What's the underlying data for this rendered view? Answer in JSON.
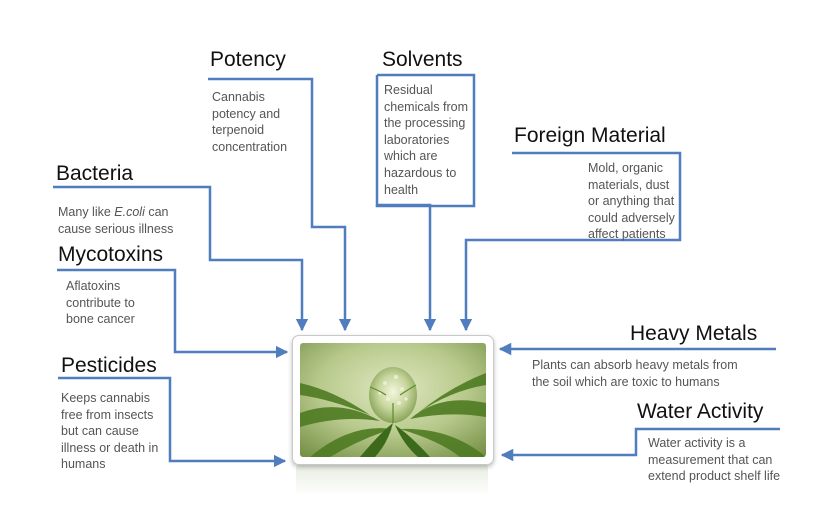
{
  "colors": {
    "connector": "#4f7dbd",
    "title": "#111111",
    "description": "#555555"
  },
  "image": {
    "subject": "cannabis-plant-photo"
  },
  "callouts": {
    "potency": {
      "title": "Potency",
      "lines": [
        "Cannabis",
        "potency and",
        "terpenoid",
        "concentration"
      ]
    },
    "solvents": {
      "title": "Solvents",
      "lines": [
        "Residual",
        "chemicals from",
        "the processing",
        "laboratories",
        "which are",
        "hazardous to",
        "health"
      ]
    },
    "foreign_material": {
      "title": "Foreign Material",
      "lines": [
        "Mold, organic",
        "materials, dust",
        "or anything that",
        "could adversely",
        "affect patients"
      ]
    },
    "bacteria": {
      "title": "Bacteria",
      "line1_pre": "Many like ",
      "line1_italic": "E.coli",
      "line1_post": " can",
      "line2": "cause serious illness"
    },
    "mycotoxins": {
      "title": "Mycotoxins",
      "lines": [
        "Aflatoxins",
        "contribute to",
        "bone cancer"
      ]
    },
    "pesticides": {
      "title": "Pesticides",
      "lines": [
        "Keeps cannabis",
        "free from insects",
        "but can cause",
        "illness or death in",
        "humans"
      ]
    },
    "heavy_metals": {
      "title": "Heavy Metals",
      "lines": [
        "Plants can absorb heavy metals from",
        "the soil which are toxic to humans"
      ]
    },
    "water_activity": {
      "title": "Water Activity",
      "lines": [
        "Water activity is a",
        "measurement that can",
        "extend product shelf life"
      ]
    }
  }
}
